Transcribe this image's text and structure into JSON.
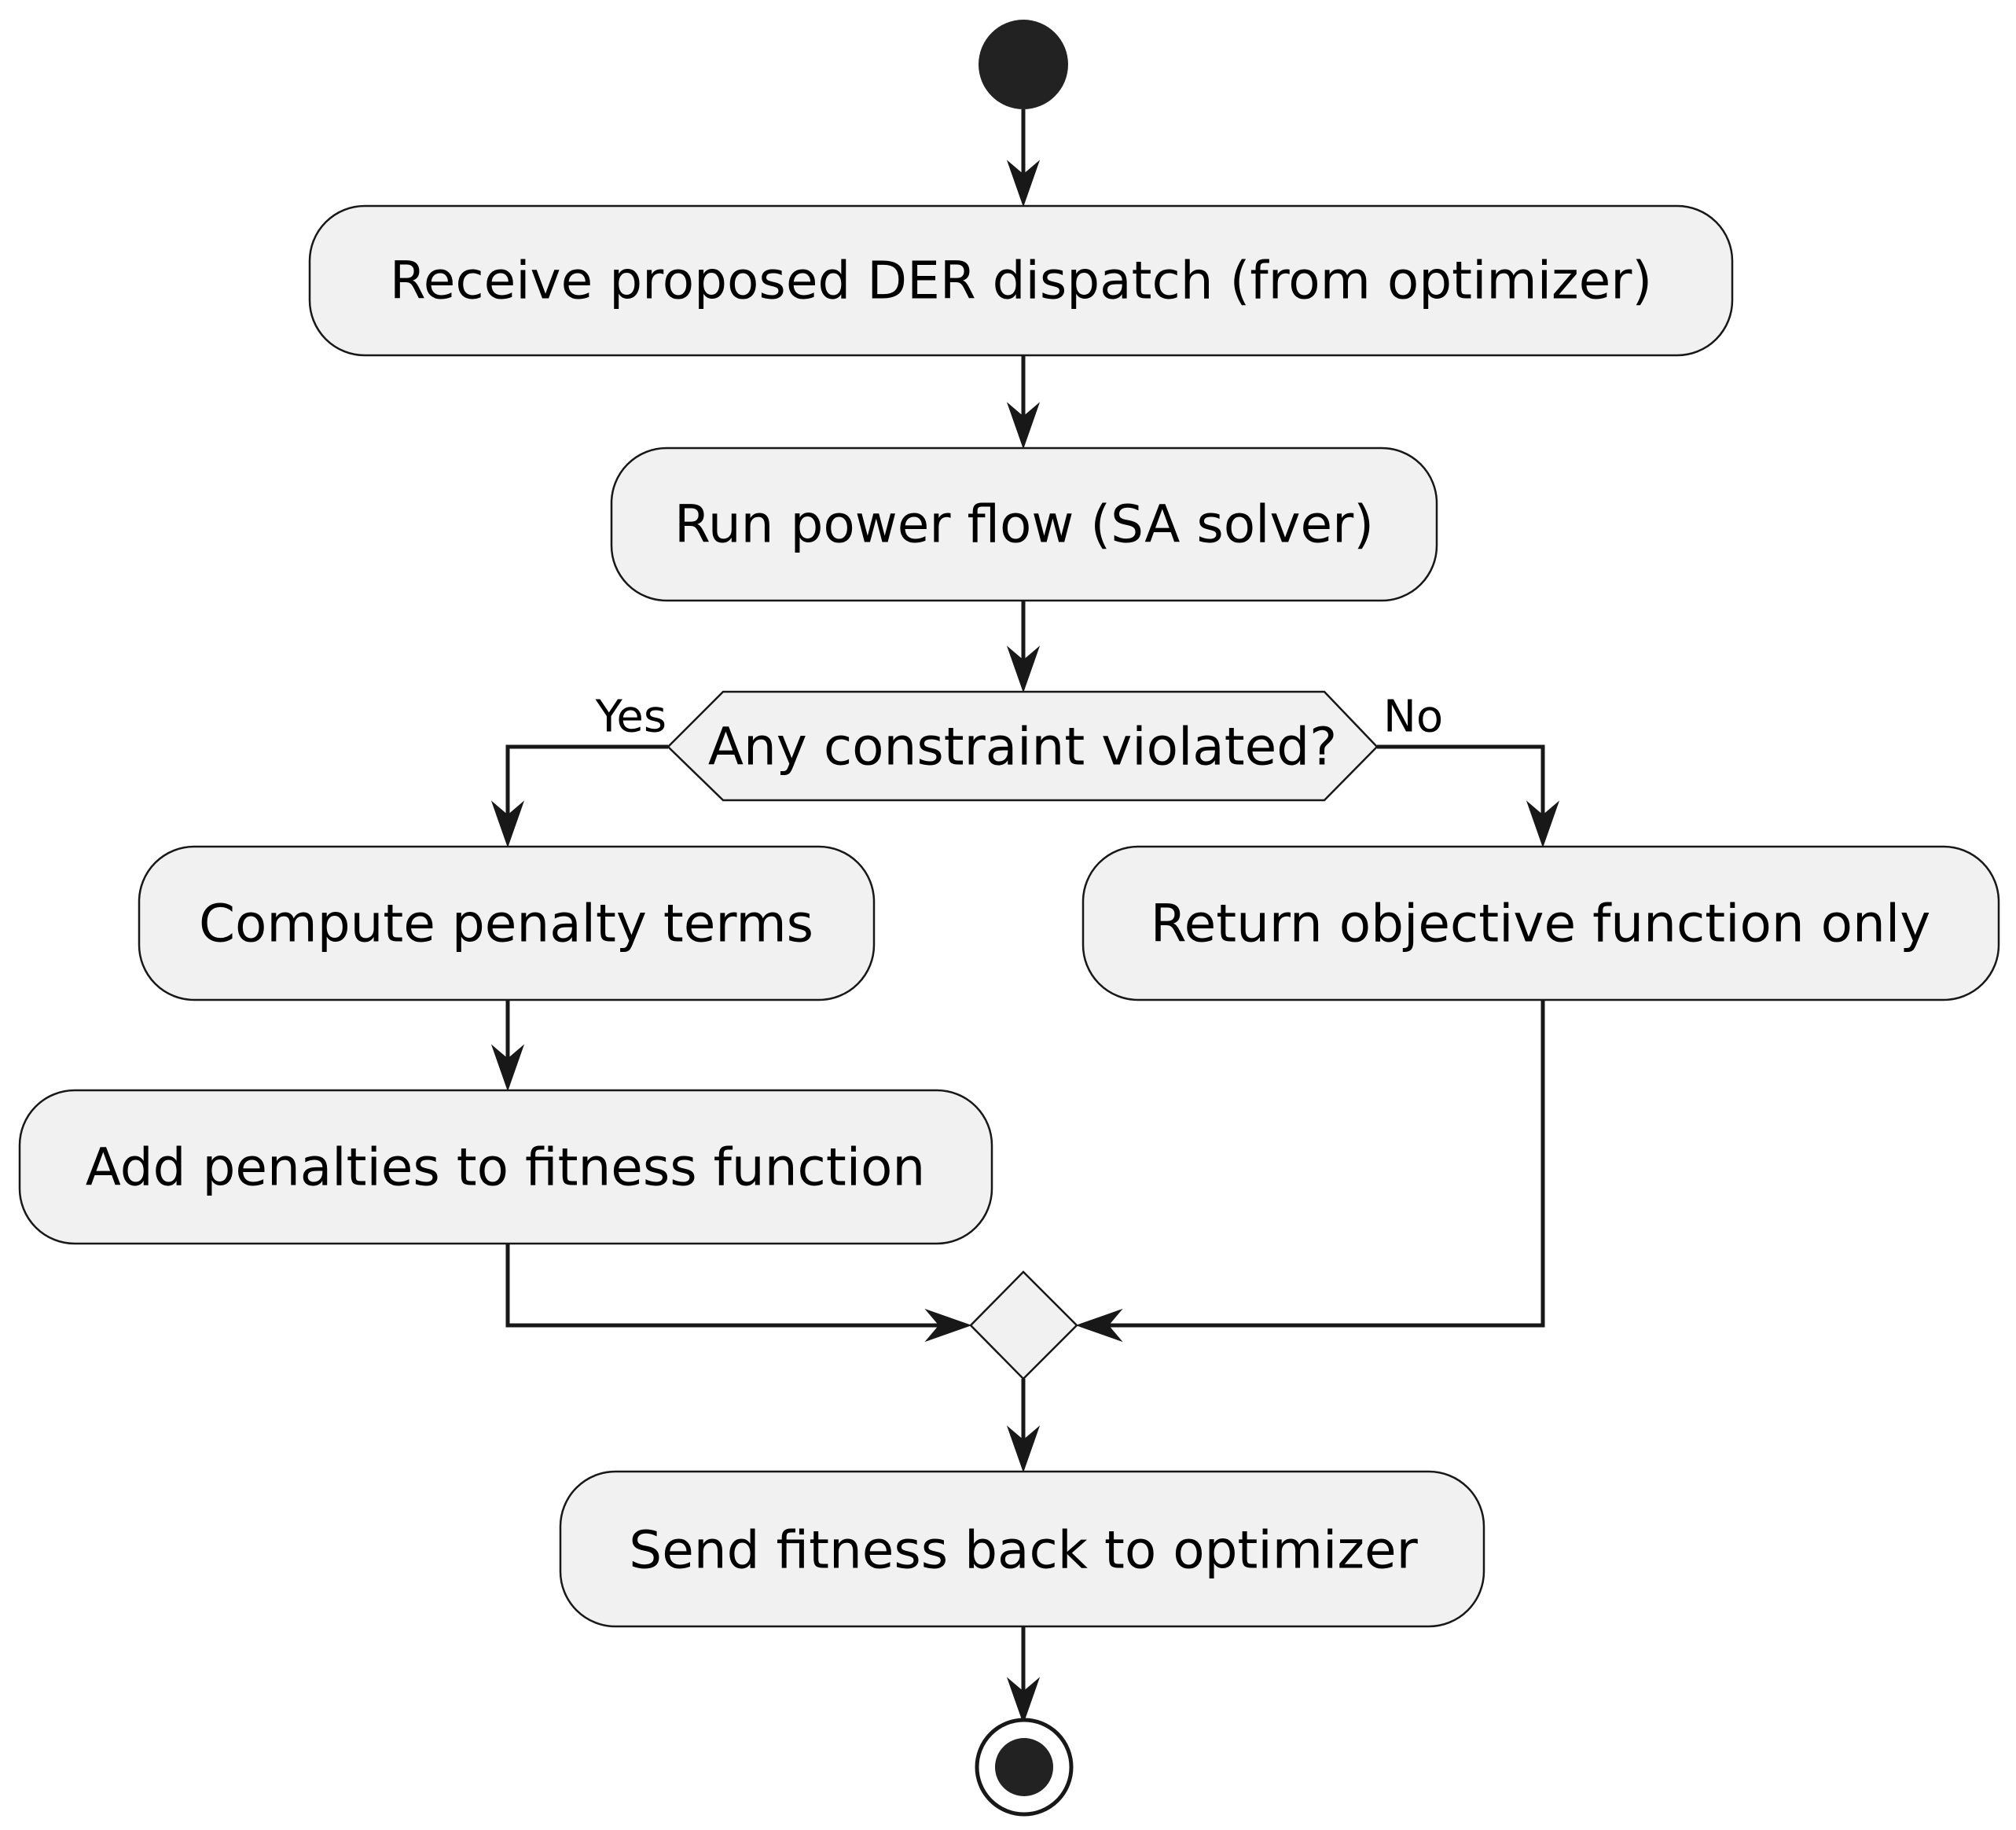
{
  "diagram": {
    "activities": {
      "receive": "Receive proposed DER dispatch (from optimizer)",
      "power_flow": "Run power flow (SA solver)",
      "penalty_terms": "Compute penalty terms",
      "add_penalties": "Add penalties to fitness function",
      "return_objective": "Return objective function only",
      "send_fitness": "Send fitness back to optimizer"
    },
    "decision": {
      "question": "Any constraint violated?",
      "yes_label": "Yes",
      "no_label": "No"
    }
  }
}
